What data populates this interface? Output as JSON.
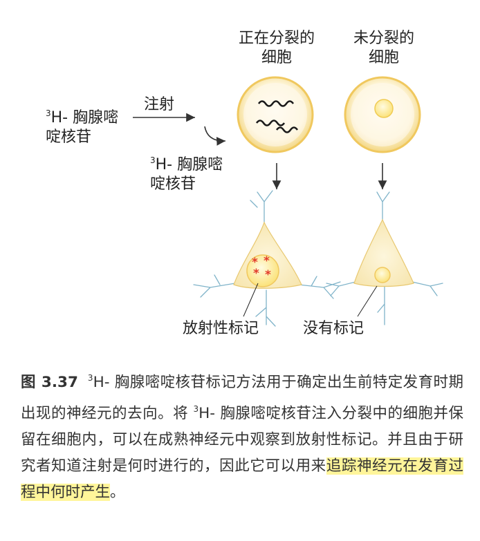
{
  "labels": {
    "dividing_cell": [
      "正在分裂的",
      "细胞"
    ],
    "nondividing_cell": [
      "未分裂的",
      "细胞"
    ],
    "tracer_left": {
      "sup": "3",
      "line1": "H- 胸腺嘧",
      "line2": "啶核苷"
    },
    "inject": "注射",
    "tracer_mid": {
      "sup": "3",
      "line1": "H- 胸腺嘧",
      "line2": "啶核苷"
    },
    "radio_label": "放射性标记",
    "no_label": "没有标记"
  },
  "caption": {
    "fig_num": "图 3.37",
    "sup": "3",
    "text_part1": "H- 胸腺嘧啶核苷标记方法用于确定出生前特定发育时期出现的神经元的去向。将 ",
    "sup2": "3",
    "text_part2": "H- 胸腺嘧啶核苷注入分裂中的细胞并保留在细胞内，可以在成熟神经元中观察到放射性标记。并且由于研究者知道注射是何时进行的，因此它可以用来",
    "highlight": "追踪神经元在发育过程中何时产生",
    "end": "。"
  },
  "colors": {
    "cell_fill": "#fbeec0",
    "cell_ring": "#f6d97a",
    "nucleus": "#ffe88a",
    "chromosome": "#1a1a1a",
    "asterisk": "#e23a2a",
    "dendrite": "#7fb3c9",
    "highlight": "#fff59a"
  }
}
